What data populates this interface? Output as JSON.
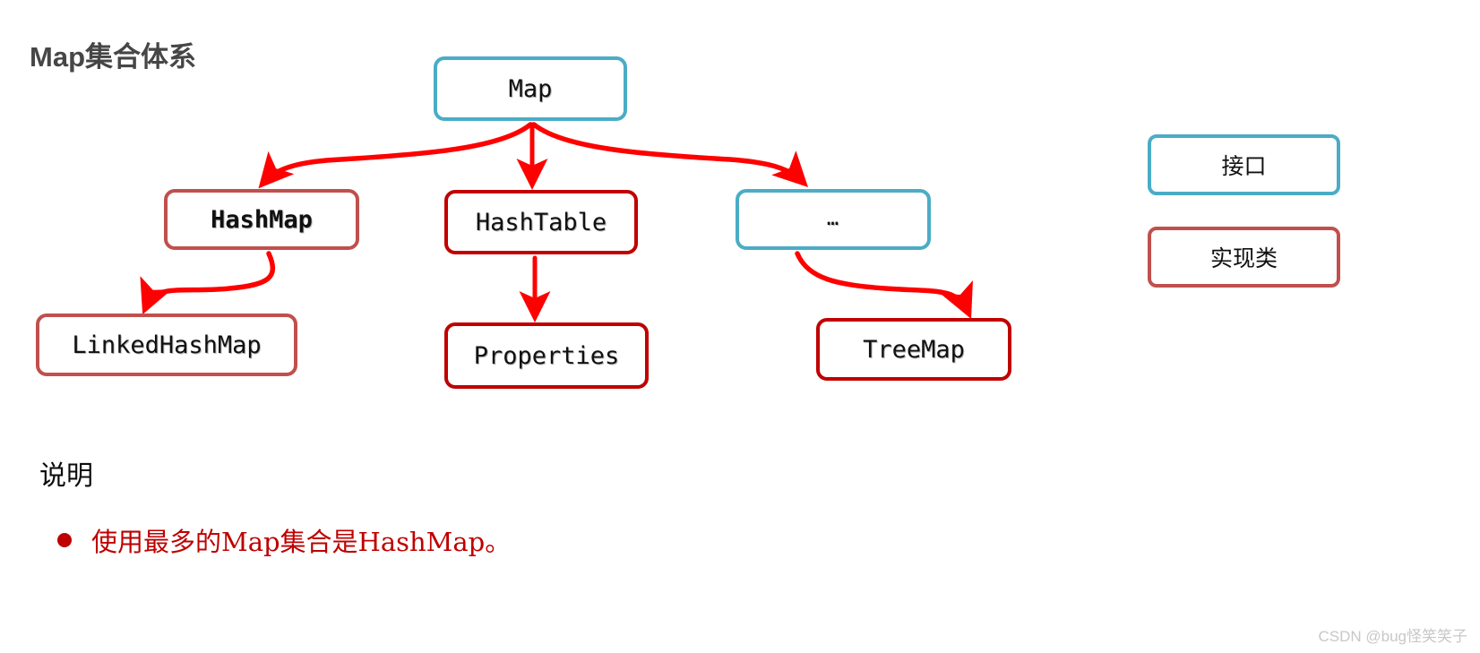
{
  "title": "Map集合体系",
  "nodes": {
    "map": {
      "label": "Map",
      "kind": "interface"
    },
    "hashmap": {
      "label": "HashMap",
      "kind": "impl"
    },
    "hashtable": {
      "label": "HashTable",
      "kind": "impl"
    },
    "ellipsis": {
      "label": "…",
      "kind": "interface"
    },
    "linkedhashmap": {
      "label": "LinkedHashMap",
      "kind": "impl"
    },
    "properties": {
      "label": "Properties",
      "kind": "impl"
    },
    "treemap": {
      "label": "TreeMap",
      "kind": "impl"
    }
  },
  "legend": {
    "interface_label": "接口",
    "impl_label": "实现类"
  },
  "notes": {
    "heading": "说明",
    "items": [
      "使用最多的Map集合是HashMap。"
    ]
  },
  "watermark": "CSDN @bug怪笑笑子",
  "colors": {
    "interface_border": "#4BACC6",
    "impl_border_rose": "#C0504D",
    "impl_border_red": "#C00000",
    "arrow": "#FF0000",
    "title": "#464646",
    "note_red": "#BE0000",
    "watermark": "#C8C8C8"
  },
  "edges": [
    {
      "from": "map",
      "to": "hashmap"
    },
    {
      "from": "map",
      "to": "hashtable"
    },
    {
      "from": "map",
      "to": "ellipsis"
    },
    {
      "from": "hashmap",
      "to": "linkedhashmap"
    },
    {
      "from": "hashtable",
      "to": "properties"
    },
    {
      "from": "ellipsis",
      "to": "treemap"
    }
  ]
}
